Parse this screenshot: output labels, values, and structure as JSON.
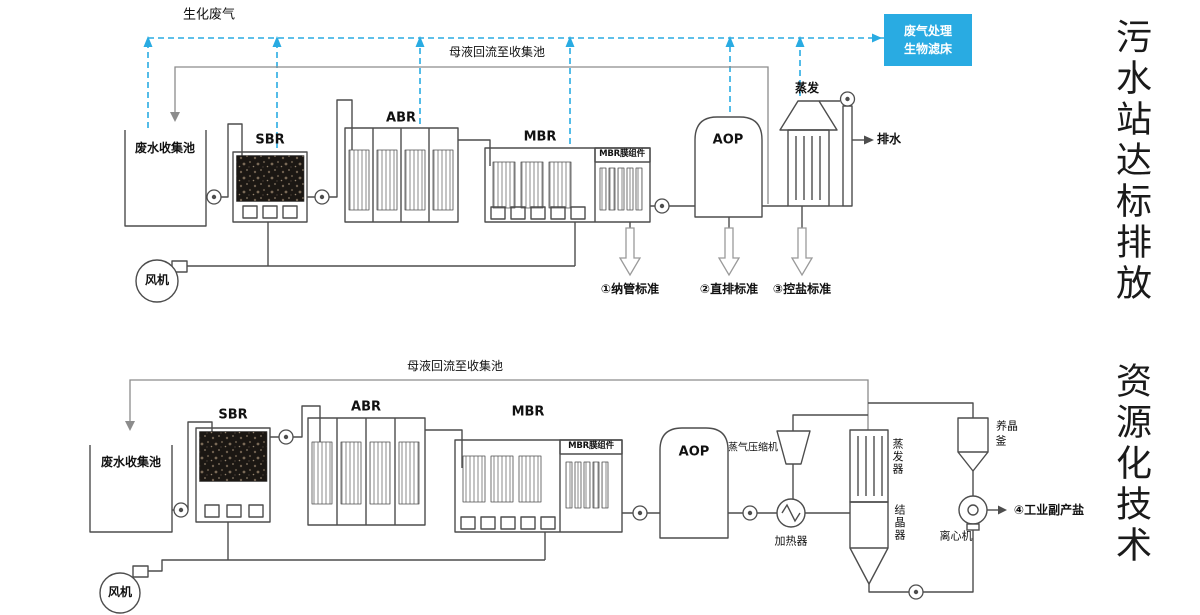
{
  "side_title": {
    "line1": "污水站达标排放",
    "line2": "资源化技术"
  },
  "colors": {
    "gas_line": "#29abe2",
    "gas_box_bg": "#29abe2",
    "process_line": "#4d4d4d"
  },
  "top": {
    "gas_label": "生化废气",
    "reflux_label": "母液回流至收集池",
    "gas_box": {
      "line1": "废气处理",
      "line2": "生物滤床"
    },
    "collection_tank": "废水收集池",
    "sbr": "SBR",
    "abr": "ABR",
    "mbr": "MBR",
    "mbr_membrane": "MBR膜组件",
    "aop": "AOP",
    "evaporation": "蒸发",
    "drain": "排水",
    "fan": "风机",
    "outputs": {
      "o1": "①纳管标准",
      "o2": "②直排标准",
      "o3": "③控盐标准"
    }
  },
  "bottom": {
    "reflux_label": "母液回流至收集池",
    "collection_tank": "废水收集池",
    "sbr": "SBR",
    "abr": "ABR",
    "mbr": "MBR",
    "mbr_membrane": "MBR膜组件",
    "aop": "AOP",
    "compressor": "蒸气压缩机",
    "heater": "加热器",
    "evaporator": "蒸发器",
    "crystallizer": "结晶器",
    "kettle": {
      "line1": "养晶",
      "line2": "釜"
    },
    "centrifuge": "离心机",
    "fan": "风机",
    "salt_output": "④工业副产盐"
  }
}
